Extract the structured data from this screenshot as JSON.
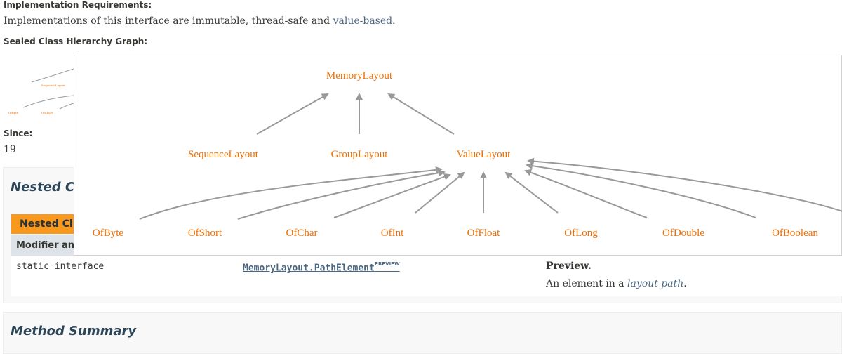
{
  "impl_req": {
    "label": "Implementation Requirements:",
    "text_before": "Implementations of this interface are immutable, thread-safe and ",
    "link": "value-based",
    "text_after": "."
  },
  "hierarchy": {
    "label": "Sealed Class Hierarchy Graph:",
    "nodes": {
      "root": "MemoryLayout",
      "sequence": "SequenceLayout",
      "group": "GroupLayout",
      "value": "ValueLayout",
      "of_byte": "OfByte",
      "of_short": "OfShort",
      "of_char": "OfChar",
      "of_int": "OfInt",
      "of_float": "OfFloat",
      "of_long": "OfLong",
      "of_double": "OfDouble",
      "of_boolean": "OfBoolean"
    },
    "thumbnail": {
      "sequence": "SequenceLayout",
      "of_byte": "OfByte",
      "of_short": "OfShort"
    }
  },
  "since": {
    "label": "Since:",
    "value": "19"
  },
  "nested_summary": {
    "title": "Nested C",
    "caption": "Nested Cl",
    "header": "Modifier an",
    "row": {
      "modifier": "static interface",
      "class_name": "MemoryLayout.PathElement",
      "class_badge": "PREVIEW",
      "desc_title": "Preview.",
      "desc_before": "An element in a ",
      "desc_link": "layout path",
      "desc_after": "."
    }
  },
  "method_summary": {
    "title": "Method Summary"
  },
  "colors": {
    "node": "#f26f00",
    "link": "#4a6782",
    "caption": "#f8981d",
    "header_bg": "#dee3e9"
  }
}
